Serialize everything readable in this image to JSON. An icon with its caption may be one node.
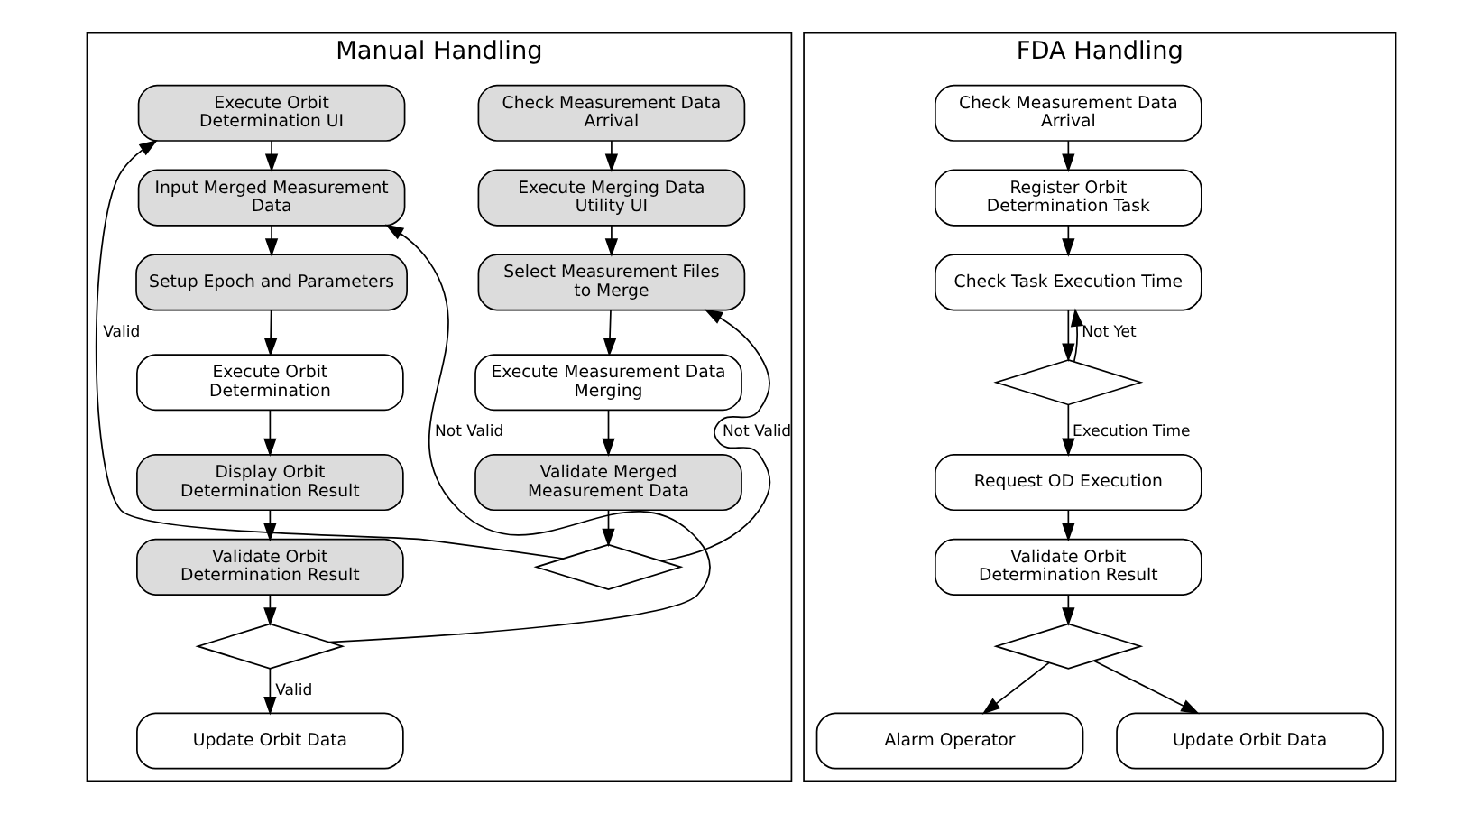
{
  "diagram": {
    "nodes": [
      {
        "text": [
          "Manual Handling"
        ]
      },
      {
        "text": [
          "Check Measurement Data Arrival"
        ],
        "in": 0
      },
      {
        "text": [
          "Execute Merging Data Utility UI"
        ],
        "in": 0
      },
      {
        "text": [
          "Select Measurement Files to Merge"
        ],
        "in": 0
      },
      {
        "text": [
          "Execute Measurement Data Merging"
        ],
        "in": 0
      },
      {
        "text": [
          "Validate Merged Measurement Data"
        ],
        "in": 0
      },
      {
        "text": [],
        "shape": "diamond",
        "in": 0
      },
      {
        "text": [
          "Execute Orbit Determination UI"
        ],
        "in": 0
      },
      {
        "text": [
          "Input Merged Measurement Data"
        ],
        "in": 0
      },
      {
        "text": [
          "Setup Epoch and Parameters"
        ],
        "in": 0
      },
      {
        "text": [
          "Execute Orbit Determination"
        ],
        "in": 0
      },
      {
        "text": [
          "Display Orbit Determination Result"
        ],
        "in": 0
      },
      {
        "text": [
          "Validate Orbit Determination Result"
        ],
        "in": 0
      },
      {
        "text": [],
        "shape": "diamond",
        "in": 0
      },
      {
        "text": [
          "Update Orbit Data"
        ],
        "in": 0
      },
      {
        "text": [
          "FDA Handling"
        ]
      },
      {
        "text": [
          "Check Measurement Data Arrival"
        ],
        "in": 15
      },
      {
        "text": [
          "Register Orbit Determination Task"
        ],
        "in": 15
      },
      {
        "text": [
          "Check Task Execution Time"
        ],
        "in": 15
      },
      {
        "text": [],
        "shape": "diamond",
        "in": 15
      },
      {
        "text": [
          "Request OD Execution"
        ],
        "in": 15
      },
      {
        "text": [
          "Validate Orbit Determination Result"
        ],
        "in": 15
      },
      {
        "text": [],
        "shape": "diamond",
        "in": 15
      },
      {
        "text": [
          "Alarm Operator"
        ],
        "in": 15
      },
      {
        "text": [
          "Update Orbit Data"
        ],
        "in": 15
      }
    ],
    "edges": [
      {
        "from": 1,
        "to": 2,
        "arrow": "to"
      },
      {
        "from": 2,
        "to": 3,
        "arrow": "to"
      },
      {
        "from": 3,
        "to": 4,
        "arrow": "to"
      },
      {
        "from": 4,
        "to": 5,
        "arrow": "to"
      },
      {
        "from": 5,
        "to": 6,
        "arrow": "to"
      },
      {
        "from": 6,
        "to": 3,
        "arrow": "to",
        "label": "Not Valid"
      },
      {
        "from": 6,
        "to": 7,
        "arrow": "to",
        "label": "Valid"
      },
      {
        "from": 7,
        "to": 8,
        "arrow": "to"
      },
      {
        "from": 8,
        "to": 9,
        "arrow": "to"
      },
      {
        "from": 9,
        "to": 10,
        "arrow": "to"
      },
      {
        "from": 10,
        "to": 11,
        "arrow": "to"
      },
      {
        "from": 11,
        "to": 12,
        "arrow": "to"
      },
      {
        "from": 12,
        "to": 13,
        "arrow": "to"
      },
      {
        "from": 13,
        "to": 8,
        "arrow": "to",
        "label": "Not Valid"
      },
      {
        "from": 13,
        "to": 14,
        "arrow": "to",
        "label": "Valid"
      },
      {
        "from": 16,
        "to": 17,
        "arrow": "to"
      },
      {
        "from": 17,
        "to": 18,
        "arrow": "to"
      },
      {
        "from": 18,
        "to": 19,
        "arrow": "to"
      },
      {
        "from": 19,
        "to": 18,
        "arrow": "to",
        "label": "Not Yet"
      },
      {
        "from": 19,
        "to": 20,
        "arrow": "to",
        "label": "Execution Time"
      },
      {
        "from": 20,
        "to": 21,
        "arrow": "to"
      },
      {
        "from": 21,
        "to": 22,
        "arrow": "to"
      },
      {
        "from": 22,
        "to": 23,
        "arrow": "to"
      },
      {
        "from": 22,
        "to": 24,
        "arrow": "to"
      }
    ]
  }
}
